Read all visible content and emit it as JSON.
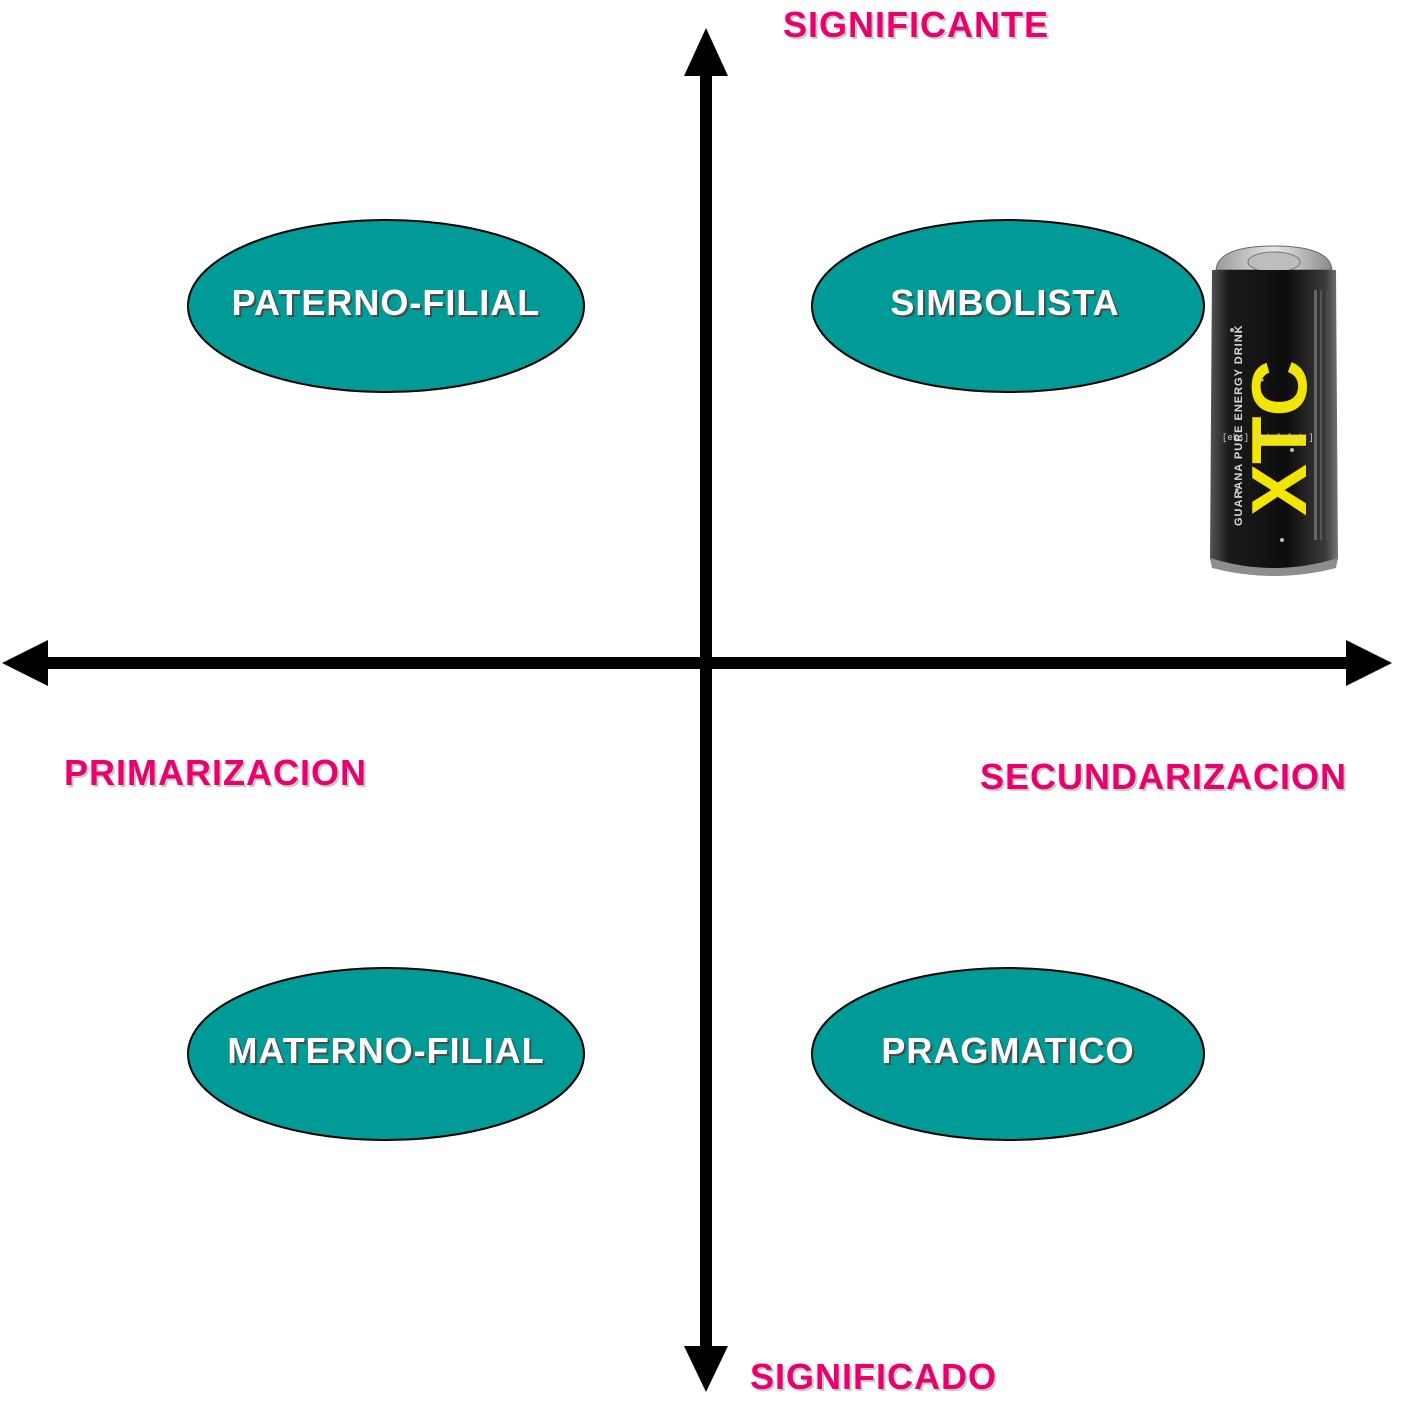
{
  "axes": {
    "top": "SIGNIFICANTE",
    "bottom": "SIGNIFICADO",
    "left": "PRIMARIZACION",
    "right": "SECUNDARIZACION"
  },
  "nodes": {
    "top_left": "PATERNO-FILIAL",
    "top_right": "SIMBOLISTA",
    "bottom_left": "MATERNO-FILIAL",
    "bottom_right": "PRAGMATICO"
  },
  "product": {
    "brand": "XTC",
    "tagline": "GUARANA PURE ENERGY DRINK",
    "phonetic": "[eks] [ti:] [si:]"
  },
  "colors": {
    "label": "#e8006e",
    "node_fill": "#009b96",
    "axis": "#000000"
  }
}
